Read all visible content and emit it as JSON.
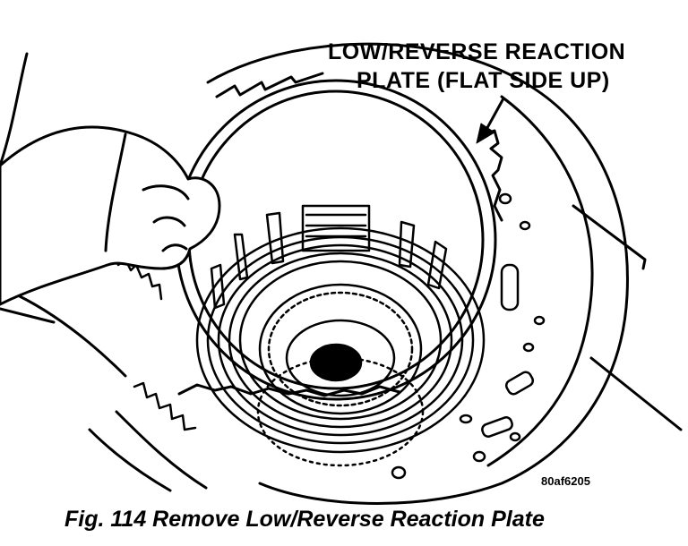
{
  "callout": {
    "line1": "LOW/REVERSE REACTION",
    "line2": "PLATE (FLAT SIDE UP)"
  },
  "figure_id": "80af6205",
  "caption": "Fig. 114 Remove Low/Reverse Reaction Plate"
}
